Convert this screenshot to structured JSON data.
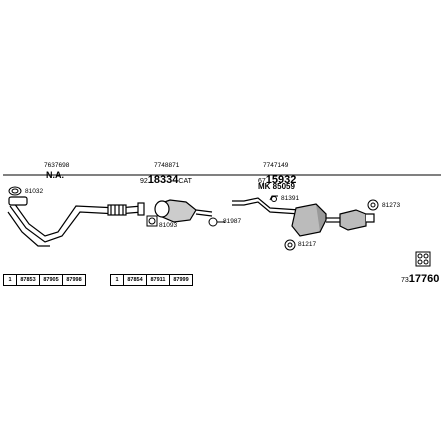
{
  "groups": [
    {
      "code": "7637698",
      "name": "N.A."
    },
    {
      "code": "7748871",
      "part_prefix": "92",
      "part_main": "18334",
      "part_suffix": "CAT"
    },
    {
      "code": "7747149",
      "part_prefix": "67",
      "part_main": "15932",
      "kit": "MK 85059"
    }
  ],
  "callouts": {
    "c81032": "81032",
    "c81093": "81093",
    "c81987": "81987",
    "c81391": "81391",
    "c81217": "81217",
    "c81273": "81273"
  },
  "model_strips": [
    {
      "marker": "1",
      "codes": [
        "87853",
        "87905",
        "87998"
      ]
    },
    {
      "marker": "1",
      "codes": [
        "87854",
        "87911",
        "87999"
      ]
    }
  ],
  "catalog_number": {
    "prefix": "73",
    "main": "17760"
  }
}
